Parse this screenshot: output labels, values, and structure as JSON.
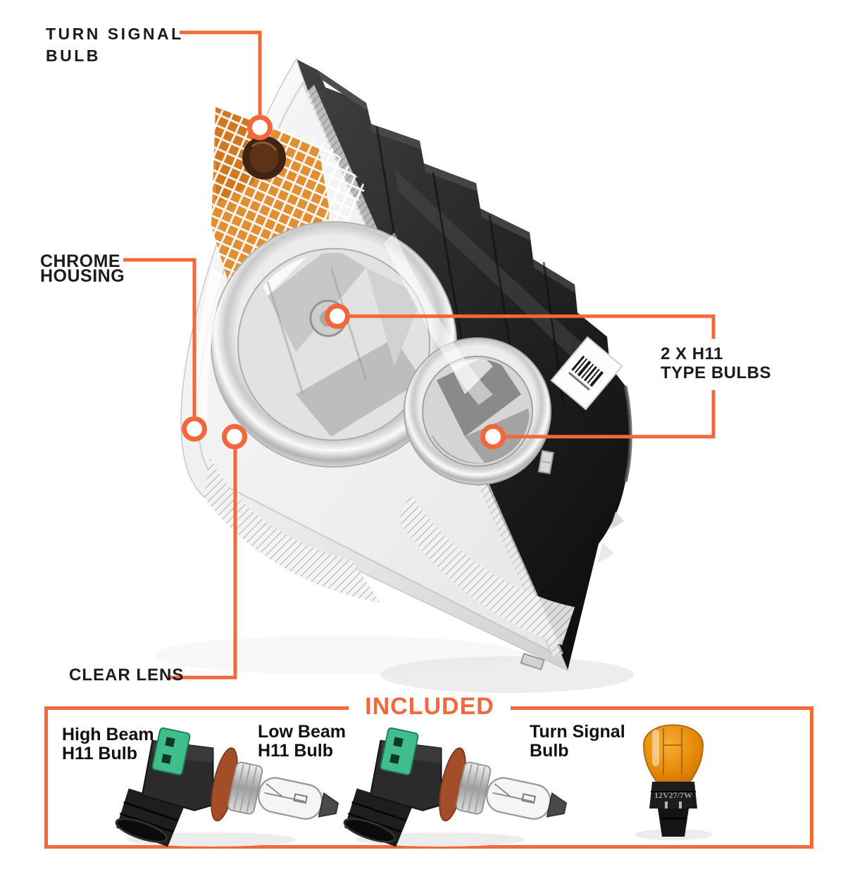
{
  "colors": {
    "accent": "#F2683A",
    "label_text": "#1C1C1C"
  },
  "callouts": {
    "turn_signal": {
      "line1": "TURN SIGNAL",
      "line2": "BULB"
    },
    "chrome_housing": {
      "line1": "CHROME",
      "line2": "HOUSING"
    },
    "clear_lens": {
      "line1": "CLEAR LENS"
    },
    "h11_bulbs": {
      "line1": "2 X H11",
      "line2": "TYPE BULBS"
    }
  },
  "included": {
    "title": "INCLUDED",
    "items": [
      {
        "line1": "High Beam",
        "line2": "H11 Bulb"
      },
      {
        "line1": "Low Beam",
        "line2": "H11 Bulb"
      },
      {
        "line1": "Turn Signal",
        "line2": "Bulb"
      }
    ],
    "turn_bulb_marking": "12V27/7W"
  }
}
